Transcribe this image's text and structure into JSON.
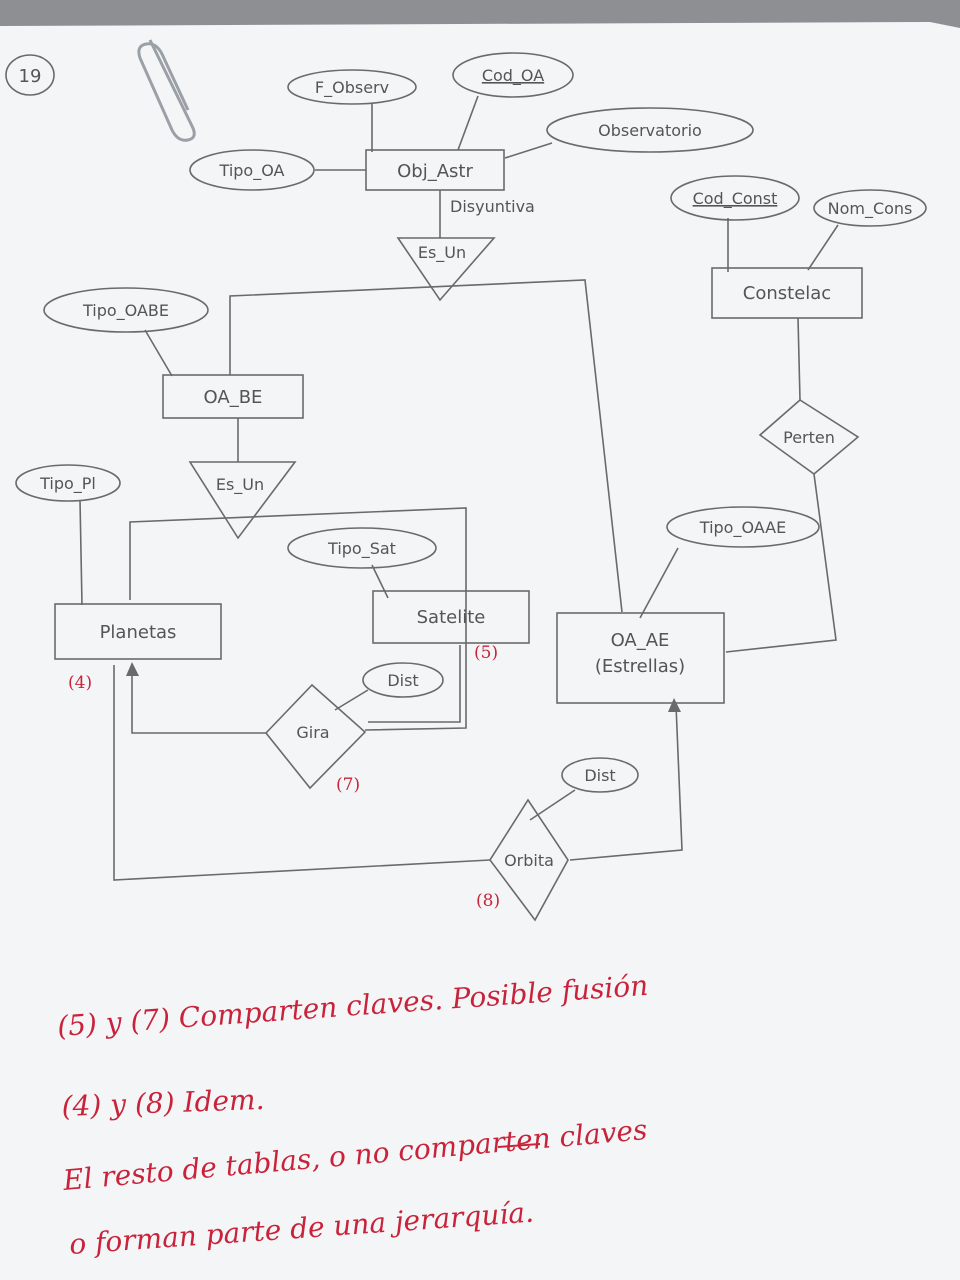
{
  "page_number": "19",
  "entities": {
    "obj_astr": "Obj_Astr",
    "oa_be": "OA_BE",
    "planetas": "Planetas",
    "satelite": "Satelite",
    "oa_ae": "OA_AE",
    "oa_ae_sub": "(Estrellas)",
    "constelac": "Constelac"
  },
  "attributes": {
    "f_observ": "F_Observ",
    "cod_oa": "Cod_OA",
    "observatorio": "Observatorio",
    "tipo_oa": "Tipo_OA",
    "cod_const": "Cod_Const",
    "nom_cons": "Nom_Cons",
    "tipo_oabe": "Tipo_OABE",
    "tipo_pl": "Tipo_Pl",
    "tipo_sat": "Tipo_Sat",
    "tipo_oaae": "Tipo_OAAE",
    "dist_gira": "Dist",
    "dist_orbita": "Dist"
  },
  "relationships": {
    "es_un_top": "Es_Un",
    "es_un_mid": "Es_Un",
    "perten": "Perten",
    "gira": "Gira",
    "orbita": "Orbita"
  },
  "disjoint_label": "Disyuntiva",
  "red_marks": {
    "m4": "(4)",
    "m5": "(5)",
    "m7": "(7)",
    "m8": "(8)"
  },
  "notes": {
    "line1": "(5) y (7) Comparten claves. Posible fusión",
    "line2": "(4) y (8) Idem.",
    "line3": "El resto de tablas, o no comparten claves",
    "line4": "o forman parte de una jerarquía."
  }
}
